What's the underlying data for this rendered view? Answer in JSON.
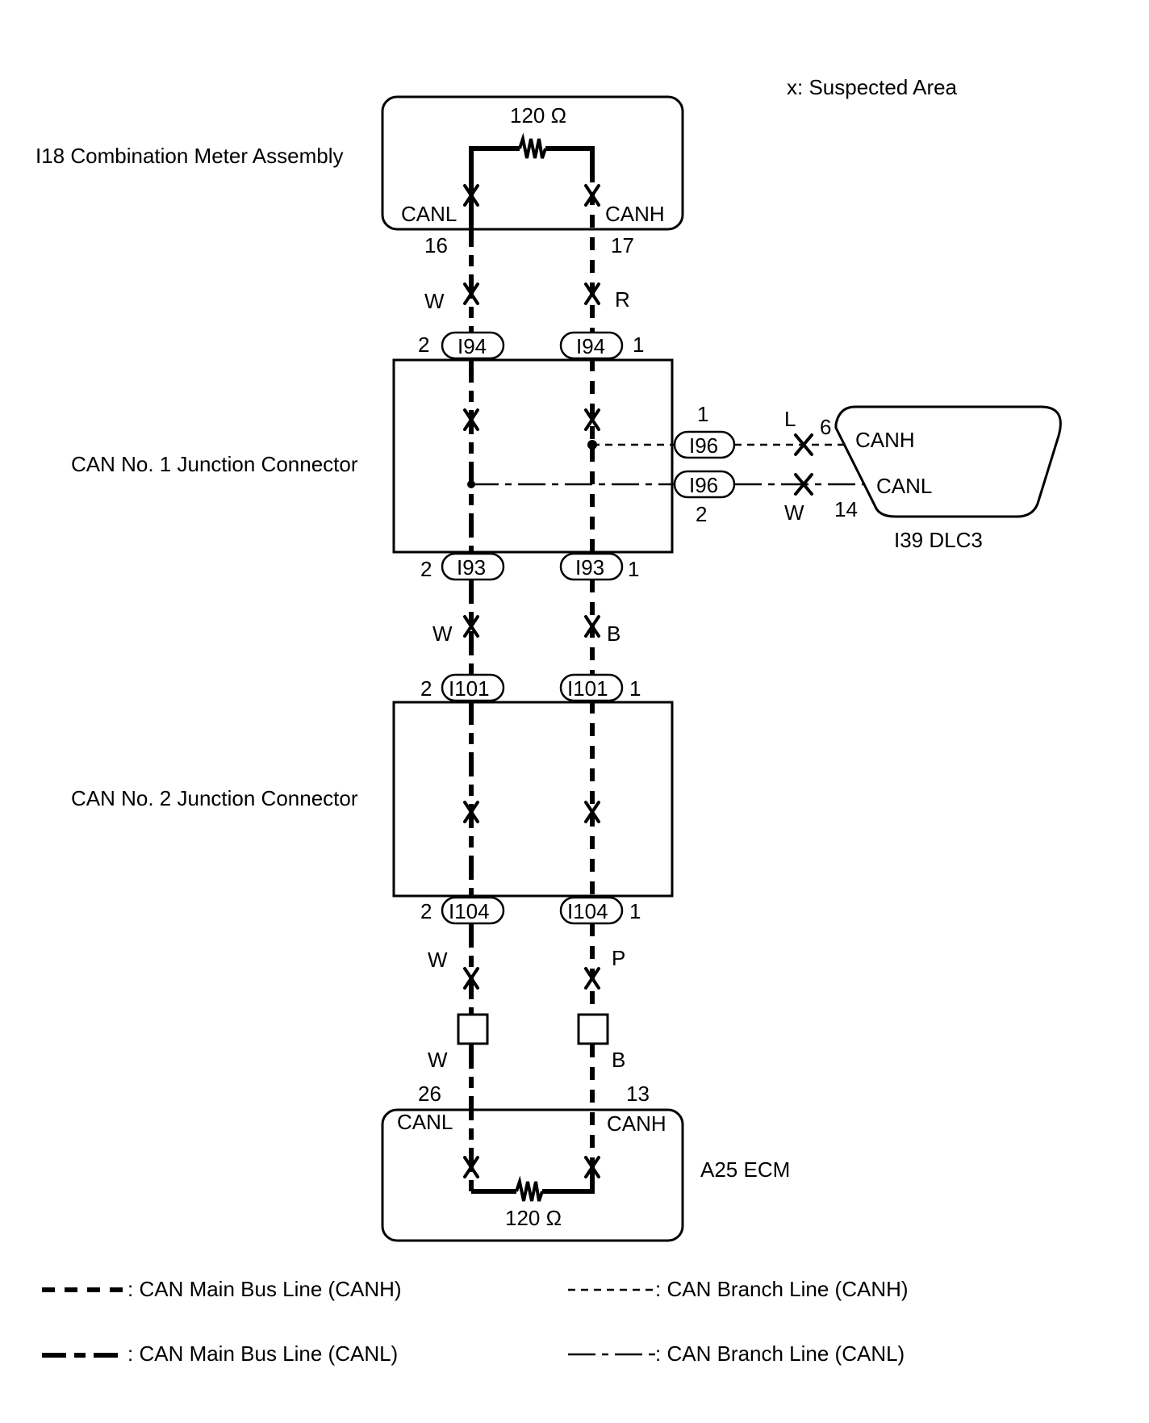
{
  "legend_top": "x: Suspected Area",
  "components": {
    "combination_meter": {
      "label": "I18  Combination Meter Assembly",
      "resistor": "120 Ω",
      "canl": "CANL",
      "canh": "CANH",
      "pin_canl": "16",
      "pin_canh": "17"
    },
    "junction1": {
      "label": "CAN No. 1 Junction Connector"
    },
    "junction2": {
      "label": "CAN No. 2 Junction Connector"
    },
    "dlc3": {
      "label": "I39  DLC3",
      "canh": "CANH",
      "canl": "CANL",
      "pin_canh": "6",
      "pin_canl": "14"
    },
    "ecm": {
      "label": "A25  ECM",
      "resistor": "120 Ω",
      "canl": "CANL",
      "canh": "CANH",
      "pin_canl": "26",
      "pin_canh": "13"
    }
  },
  "connectors": {
    "i94_l": {
      "name": "I94",
      "pin": "2"
    },
    "i94_r": {
      "name": "I94",
      "pin": "1"
    },
    "i96_h": {
      "name": "I96",
      "pin": "1"
    },
    "i96_l": {
      "name": "I96",
      "pin": "2"
    },
    "i93_l": {
      "name": "I93",
      "pin": "2"
    },
    "i93_r": {
      "name": "I93",
      "pin": "1"
    },
    "i101_l": {
      "name": "I101",
      "pin": "2"
    },
    "i101_r": {
      "name": "I101",
      "pin": "1"
    },
    "i104_l": {
      "name": "I104",
      "pin": "2"
    },
    "i104_r": {
      "name": "I104",
      "pin": "1"
    }
  },
  "wire_colors": {
    "meter_canl": "W",
    "meter_canh": "R",
    "dlc_canh": "L",
    "dlc_canl": "W",
    "j1_j2_canl": "W",
    "j1_j2_canh": "B",
    "j2_canl": "W",
    "j2_canh": "P",
    "ecm_canl": "W",
    "ecm_canh": "B"
  },
  "legend": {
    "main_canh": ": CAN Main Bus Line (CANH)",
    "main_canl": ": CAN Main Bus Line (CANL)",
    "branch_canh": ": CAN Branch Line (CANH)",
    "branch_canl": ": CAN Branch Line (CANL)"
  }
}
